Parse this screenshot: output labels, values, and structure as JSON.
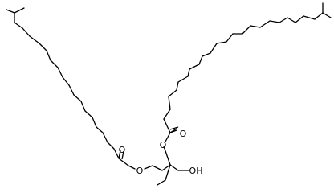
{
  "diagram": {
    "type": "skeletal-structure",
    "atom_labels": {
      "carbonyl_oxygen_left": "O",
      "ester_oxygen_left": "O",
      "carbonyl_oxygen_right": "O",
      "ester_oxygen_right": "O",
      "hydroxyl": "OH"
    },
    "colors": {
      "bond": "#000000",
      "background": "#ffffff"
    }
  }
}
